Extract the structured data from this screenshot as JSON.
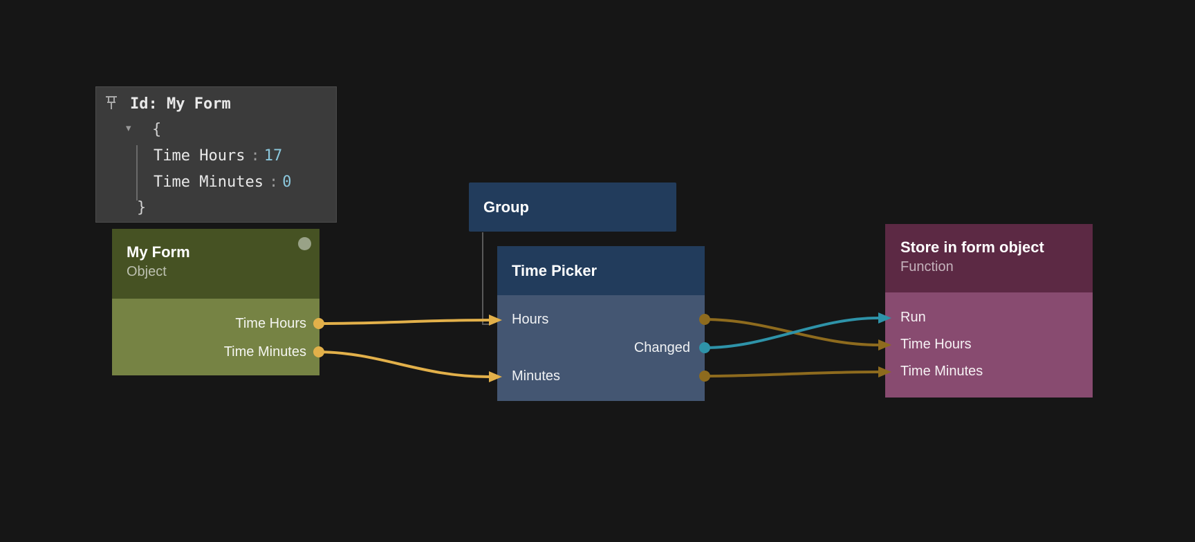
{
  "inspector": {
    "title": "Id: My Form",
    "collapse_icon": "▾",
    "open_brace": "{",
    "close_brace": "}",
    "separator": ":",
    "rows": [
      {
        "label": "Time Hours",
        "value": "17"
      },
      {
        "label": "Time Minutes",
        "value": "0"
      }
    ]
  },
  "nodes": {
    "my_form": {
      "title": "My Form",
      "subtitle": "Object",
      "outputs": [
        {
          "label": "Time Hours"
        },
        {
          "label": "Time Minutes"
        }
      ]
    },
    "group": {
      "title": "Group"
    },
    "time_picker": {
      "title": "Time Picker",
      "inputs": [
        {
          "label": "Hours"
        },
        {
          "label": "Minutes"
        }
      ],
      "outputs": [
        {
          "label": "Changed"
        }
      ]
    },
    "store": {
      "title": "Store in form object",
      "subtitle": "Function",
      "inputs": [
        {
          "label": "Run"
        },
        {
          "label": "Time Hours"
        },
        {
          "label": "Time Minutes"
        }
      ]
    }
  },
  "connections": [
    {
      "from": "My Form.Time Hours",
      "to": "Time Picker.Hours",
      "color_role": "wire_bright"
    },
    {
      "from": "My Form.Time Minutes",
      "to": "Time Picker.Minutes",
      "color_role": "wire_bright"
    },
    {
      "from": "Time Picker.Hours",
      "to": "Store in form object.Time Hours",
      "color_role": "wire_dark"
    },
    {
      "from": "Time Picker.Changed",
      "to": "Store in form object.Run",
      "color_role": "wire_teal"
    },
    {
      "from": "Time Picker.Minutes",
      "to": "Store in form object.Time Minutes",
      "color_role": "wire_dark"
    }
  ],
  "colors": {
    "canvas_bg": "#161616",
    "inspector_bg": "#3b3b3b",
    "inspector_border": "#4d4d4d",
    "inspector_text": "#e9e9e9",
    "inspector_muted": "#9a9a9a",
    "inspector_value": "#8cc8dd",
    "inspector_guide": "#6b6b6b",
    "green_header": "#465223",
    "green_body": "#768344",
    "green_dot": "#99a287",
    "blue_header": "#223c5c",
    "blue_body": "#445672",
    "purple_header": "#5c2944",
    "purple_body": "#884b70",
    "wire_bright": "#e2b04a",
    "wire_dark": "#8e6b1e",
    "wire_teal": "#2e93a9",
    "group_line": "#5a5a5a"
  }
}
